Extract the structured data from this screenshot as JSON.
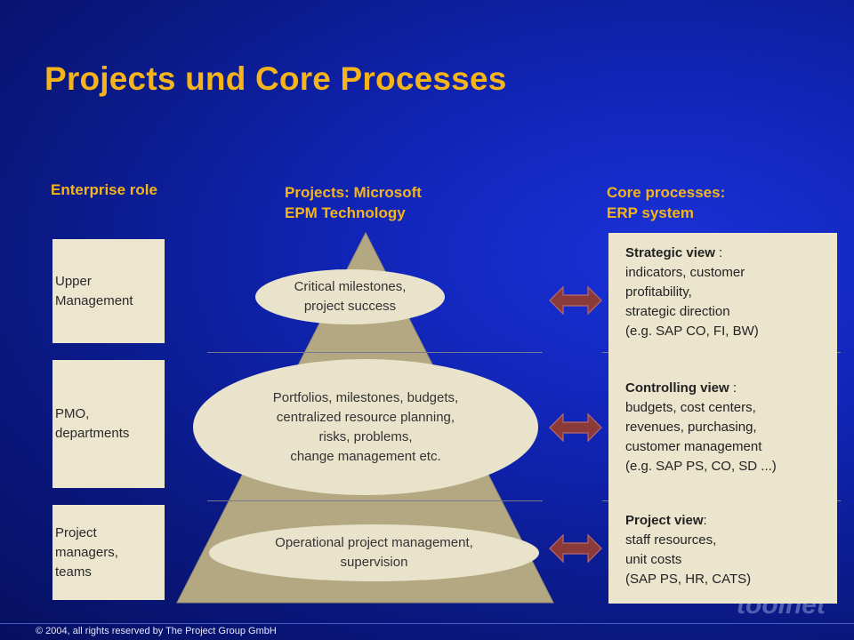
{
  "title": "Projects und Core Processes",
  "headers": {
    "enterprise_role": "Enterprise role",
    "projects_line1": "Projects: Microsoft",
    "projects_line2": "EPM Technology",
    "core_line1": "Core processes:",
    "core_line2": "ERP system"
  },
  "roles": [
    {
      "label": "Upper\nManagement"
    },
    {
      "label": "PMO,\ndepartments"
    },
    {
      "label": "Project\nmanagers,\nteams"
    }
  ],
  "pyramid": [
    {
      "text": "Critical milestones,\nproject success"
    },
    {
      "text": "Portfolios, milestones, budgets,\ncentralized resource planning,\nrisks, problems,\nchange management etc."
    },
    {
      "text": "Operational project management,\nsupervision"
    }
  ],
  "core_views": [
    {
      "heading": "Strategic view",
      "sep": " :",
      "body": "indicators, customer\nprofitability,\nstrategic direction\n(e.g. SAP CO, FI, BW)"
    },
    {
      "heading": "Controlling view",
      "sep": " :",
      "body": "budgets, cost centers,\nrevenues, purchasing,\ncustomer management\n(e.g. SAP PS, CO, SD ...)"
    },
    {
      "heading": "Project view",
      "sep": ":",
      "body": "staff resources,\nunit costs\n(SAP PS, HR, CATS)"
    }
  ],
  "footer": "© 2004, all rights reserved by The Project Group GmbH",
  "logo_text": "toolnet",
  "colors": {
    "title": "#f5b51a",
    "box": "#ebe5ce",
    "pyramid": "#b3a881",
    "arrow": "#8b3a3a"
  }
}
